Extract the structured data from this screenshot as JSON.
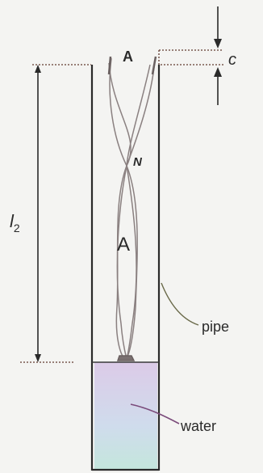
{
  "labels": {
    "antinode_top": "A",
    "end_correction": "c",
    "node": "N",
    "antinode_mid": "A",
    "length_main": "l",
    "length_sub": "2",
    "pipe": "pipe",
    "water": "water"
  },
  "colors": {
    "background": "#f4f4f2",
    "line": "#2a2a2a",
    "dotted": "#7a5a50",
    "wave": "#8a8080",
    "water_top": "#d9c6e6",
    "water_bottom": "#c6e4e0"
  }
}
